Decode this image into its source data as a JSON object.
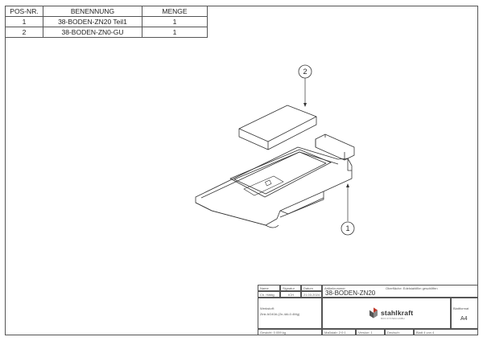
{
  "parts_table": {
    "headers": [
      "POS-NR.",
      "BENENNUNG",
      "MENGE"
    ],
    "rows": [
      [
        "1",
        "38-BODEN-ZN20 Teil1",
        "1"
      ],
      [
        "2",
        "38-BODEN-ZN0-GU",
        "1"
      ]
    ]
  },
  "balloons": {
    "part1": "1",
    "part2": "2"
  },
  "title_block": {
    "name_label": "Name",
    "signature_label": "Signatur",
    "date_label": "Datum",
    "drawer_name": "Ch. Hättig",
    "drawer_signature": "ICH",
    "drawer_date": "21.03.2024",
    "article_label": "Artikelnummer",
    "article_number": "38-BODEN-ZN20",
    "surface_label": "Oberfläche: Edelstahlfilm geschliffen",
    "material_label": "Werkstoff:",
    "material_value": "Zink AG40A (Zn-4Al-0.4Mg)",
    "weight_label": "Gewicht: 0.059 kg",
    "scale_label": "Maßstab: 2:0:1",
    "version_label": "Version: 1",
    "print_label": "Deutsch:",
    "sheet_label": "Blatt 4 von 4",
    "sheet_format_label": "Blattformat",
    "sheet_format": "A4",
    "logo_text": "stahlkraft",
    "logo_sub": "BOX-SYSTEM-GMBH",
    "logo_brand_color": "#c0392b"
  }
}
